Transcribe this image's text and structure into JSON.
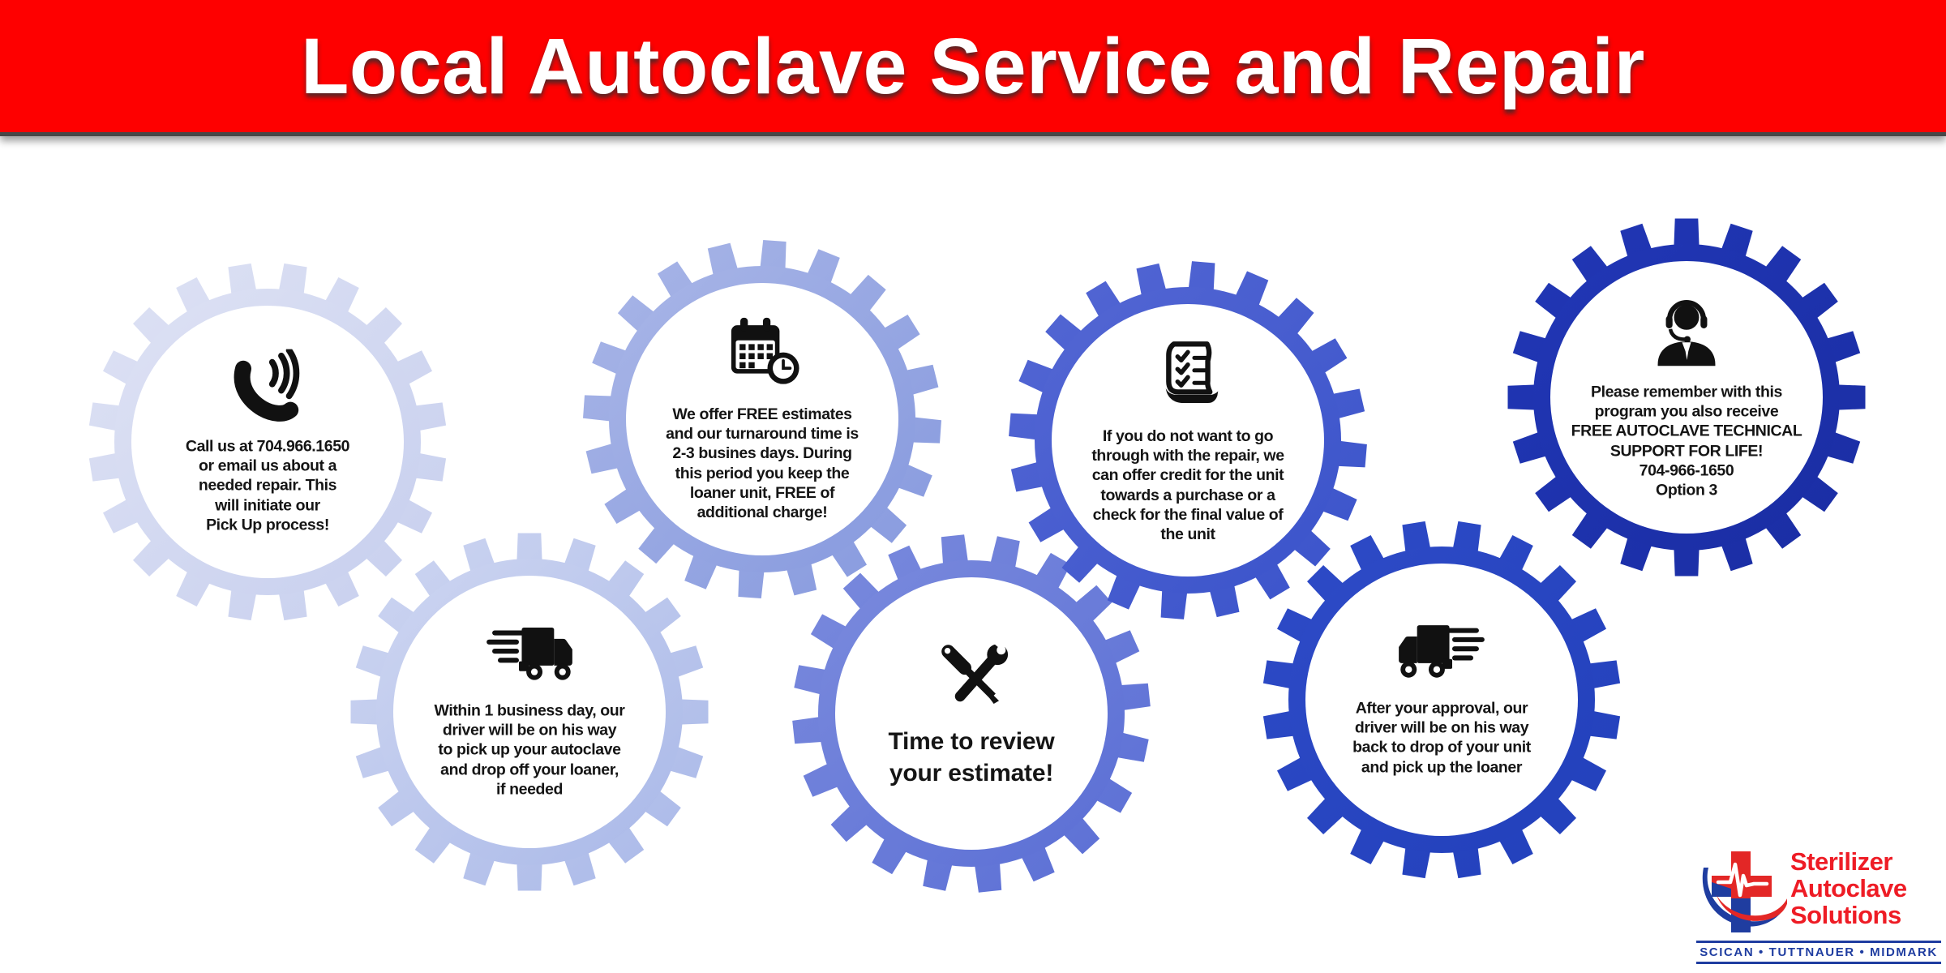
{
  "title": "Local Autoclave Service and Repair",
  "colors": {
    "banner": "#fe0000",
    "banner_border": "#474747",
    "body_text": "#151515",
    "logo_red": "#ee1c25",
    "logo_blue": "#1f3da0",
    "white": "#ffffff"
  },
  "steps": [
    {
      "icon": "phone-icon",
      "color_light": "#dee2f4",
      "color_dark": "#c7cfee",
      "text": "Call us at 704.966.1650\nor email us about a\nneeded repair. This\nwill initiate our\nPick Up process!"
    },
    {
      "icon": "delivery-truck-icon",
      "color_light": "#ced6f1",
      "color_dark": "#a9b8e8",
      "text": "Within 1 business day, our\ndriver will be on his way\nto pick up your autoclave\nand drop off your loaner,\nif needed"
    },
    {
      "icon": "calendar-clock-icon",
      "color_light": "#a9b6e7",
      "color_dark": "#8699de",
      "text": "We offer FREE estimates\nand our turnaround time is\n2-3 busines days. During\nthis period you keep the\nloaner unit, FREE of\nadditional charge!"
    },
    {
      "icon": "tools-icon",
      "color_light": "#7b8bdd",
      "color_dark": "#5a6ed5",
      "emphasis": true,
      "text": "Time to review\nyour estimate!"
    },
    {
      "icon": "checklist-icon",
      "color_light": "#5467d4",
      "color_dark": "#3a53ca",
      "text": "If you do not want to go\nthrough with the repair, we\ncan offer credit for the unit\ntowards a purchase or a\ncheck for the final value of\nthe unit"
    },
    {
      "icon": "delivery-truck-return-icon",
      "color_light": "#2e4bc7",
      "color_dark": "#2240bb",
      "text": "After your approval, our\ndriver will be on his way\nback to drop of your unit\nand pick up the loaner"
    },
    {
      "icon": "support-agent-icon",
      "color_light": "#2137b6",
      "color_dark": "#1a2da3",
      "text": "Please remember with this\nprogram you also receive\nFREE AUTOCLAVE TECHNICAL\nSUPPORT FOR LIFE!\n704-966-1650\nOption 3"
    }
  ],
  "logo": {
    "name_lines": [
      "Sterilizer",
      "Autoclave",
      "Solutions"
    ],
    "brands": "SCICAN  •  TUTTNAUER  •  MIDMARK"
  }
}
